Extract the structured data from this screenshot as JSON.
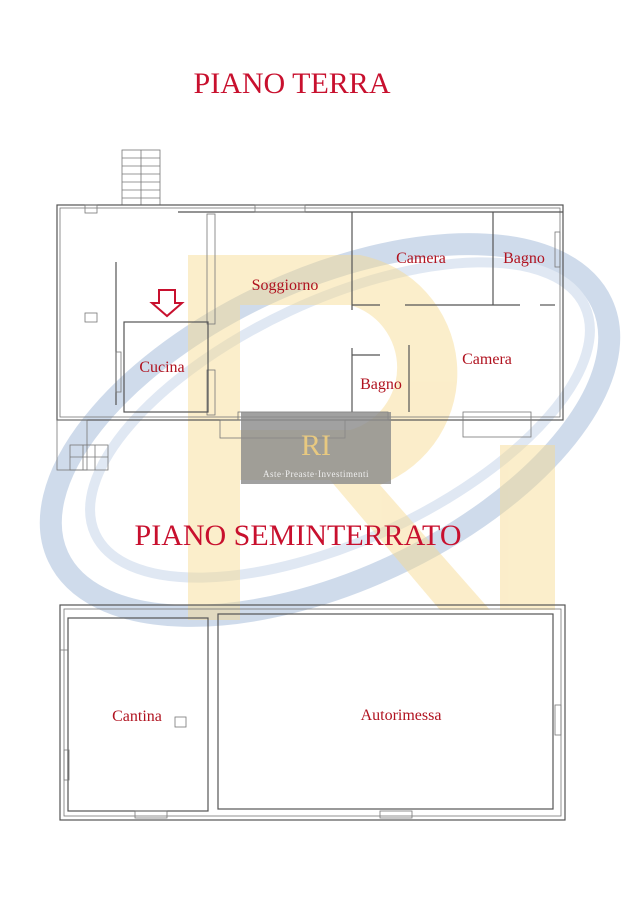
{
  "titles": {
    "ground_floor": "PIANO TERRA",
    "basement": "PIANO SEMINTERRATO"
  },
  "ground_floor_rooms": {
    "soggiorno": "Soggiorno",
    "camera_1": "Camera",
    "bagno_1": "Bagno",
    "cucina": "Cucina",
    "bagno_2": "Bagno",
    "camera_2": "Camera"
  },
  "basement_rooms": {
    "cantina": "Cantina",
    "autorimessa": "Autorimessa"
  },
  "watermark": {
    "logo": "RI",
    "tagline": "Aste·Preaste·Investimenti"
  },
  "colors": {
    "title": "#c8102e",
    "room_label": "#b0121f",
    "watermark_gold": "#f5d98a",
    "watermark_blue": "#9fb8d8"
  }
}
